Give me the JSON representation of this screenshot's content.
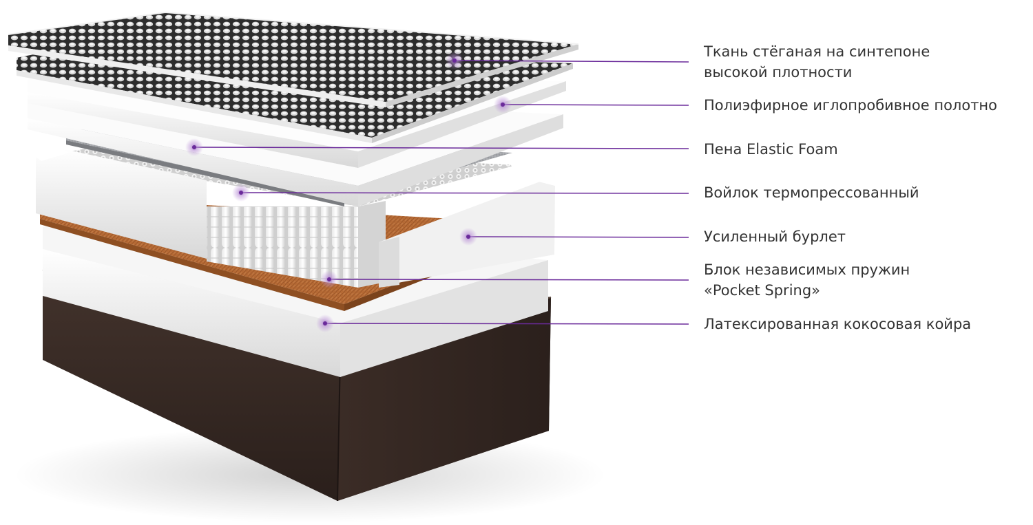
{
  "colors": {
    "accent": "#6a2a9a",
    "marker": "#b98fd6",
    "text": "#333333",
    "coir": "#b56a35",
    "base_fabric": "#3a2b26",
    "top_fabric": "#4a4a4a",
    "foam": "#f2f2f2",
    "felt": "#9a9ca0"
  },
  "layers": [
    {
      "id": "quilted-fabric",
      "lines": [
        "Ткань стёганая на синтепоне",
        "высокой плотности"
      ]
    },
    {
      "id": "polyester-needle-punched",
      "lines": [
        "Полиэфирное иглопробивное полотно"
      ]
    },
    {
      "id": "elastic-foam",
      "lines": [
        "Пена Elastic Foam"
      ]
    },
    {
      "id": "thermo-pressed-felt",
      "lines": [
        "Войлок термопрессованный"
      ]
    },
    {
      "id": "reinforced-border",
      "lines": [
        "Усиленный бурлет"
      ]
    },
    {
      "id": "pocket-spring-block",
      "lines": [
        "Блок независимых пружин",
        "«Pocket Spring»"
      ]
    },
    {
      "id": "latex-coconut-coir",
      "lines": [
        "Латексированная кокосовая койра"
      ]
    }
  ]
}
